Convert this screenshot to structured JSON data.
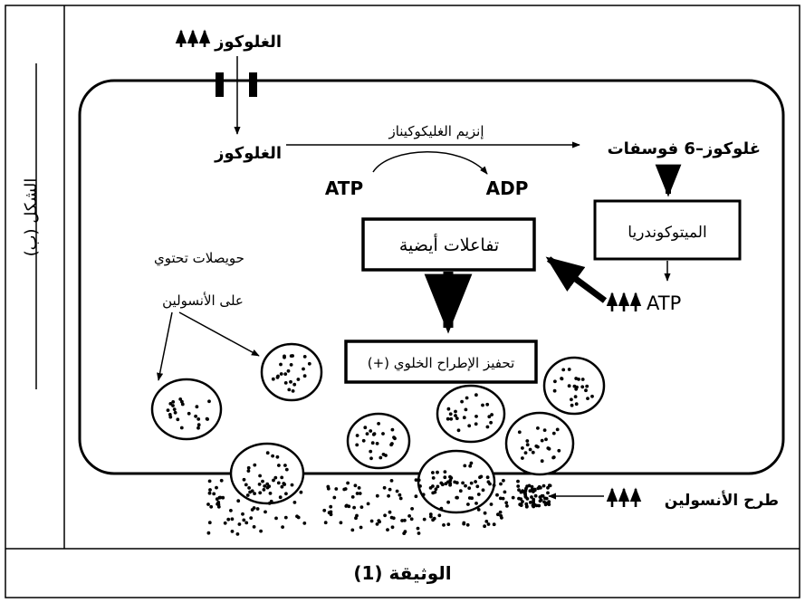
{
  "figure": {
    "side_label": "الشكل (ب)",
    "caption": "الوثيقة (1)"
  },
  "labels": {
    "glucose_outside": "الغلوكوز",
    "glucose_inside": "الغلوكوز",
    "enzyme": "إنزيم الغليكوكيناز",
    "glucose6p_prefix": "غلوكوز–",
    "glucose6p_num": "6",
    "glucose6p_suffix": "فوسفات",
    "atp_in": "ATP",
    "adp_out": "ADP",
    "mitochondria": "الميتوكوندريا",
    "atp_mito": "ATP",
    "metabolic_reactions": "تفاعلات أيضية",
    "exocytosis_stimulus": "(+) تحفيز الإطراح الخلوي",
    "vesicles_line1": "حويصلات تحتوي",
    "vesicles_line2": "على الأنسولين",
    "insulin_release": "طرح الأنسولين"
  },
  "icons": {
    "increase": "triple-up-arrow-icon"
  }
}
